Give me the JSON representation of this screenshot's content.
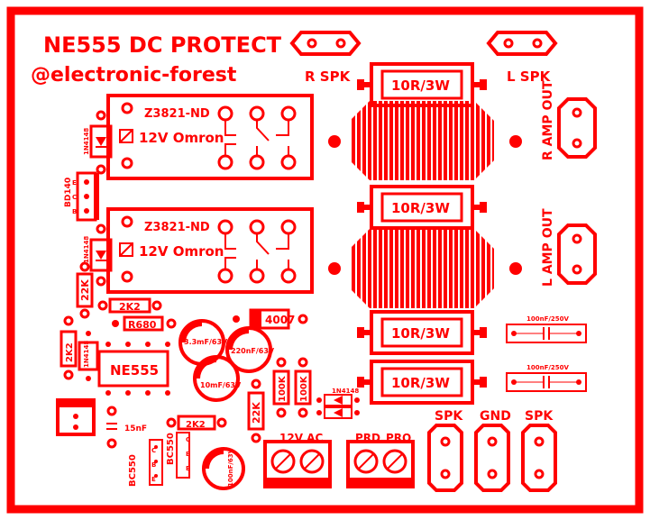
{
  "board": {
    "title": "NE555 DC PROTECT",
    "author": "@electronic-forest",
    "color": "#ff0000",
    "background": "#ffffff"
  },
  "relays": [
    {
      "part": "Z3821-ND",
      "rating": "12V Omron"
    },
    {
      "part": "Z3821-ND",
      "rating": "12V Omron"
    }
  ],
  "resistors": {
    "power": [
      "10R/3W",
      "10R/3W",
      "10R/3W",
      "10R/3W"
    ],
    "r_2k2_top": "2K2",
    "r_680": "R680",
    "r_22k_left": "22K",
    "r_2k2_mid": "2K2",
    "r_22k_mid": "22K",
    "r_100k_a": "100K",
    "r_100k_b": "100K"
  },
  "capacitors": {
    "c1": "3.3mF/63V",
    "c2": "220nF/63V",
    "c3": "10mF/63V",
    "c4": "15nF",
    "c5": "100nF/63V",
    "c6": "100nF/250V",
    "c7": "100nF/250V"
  },
  "semis": {
    "ic": "NE555",
    "diode_4007": "4007",
    "diode_top": "1N4148",
    "diode_mid": "1N4148",
    "diode_low": "1N4148",
    "diode_center": "1N4148",
    "bd140": "BD140",
    "bd140_e": "E",
    "bd140_c": "C",
    "bd140_b": "B",
    "bc550_a": "BC550",
    "bc550_b": "BC550",
    "pins_c": "C",
    "pins_b": "B",
    "pins_e": "E",
    "r_2k_left": "2K2"
  },
  "connectors": {
    "r_spk": "R SPK",
    "l_spk": "L SPK",
    "r_amp_out": "R AMP OUT",
    "l_amp_out": "L AMP OUT",
    "spk1": "SPK",
    "gnd": "GND",
    "spk2": "SPK",
    "ac": "12V AC",
    "prd1": "PRD",
    "prd2": "PRO"
  }
}
